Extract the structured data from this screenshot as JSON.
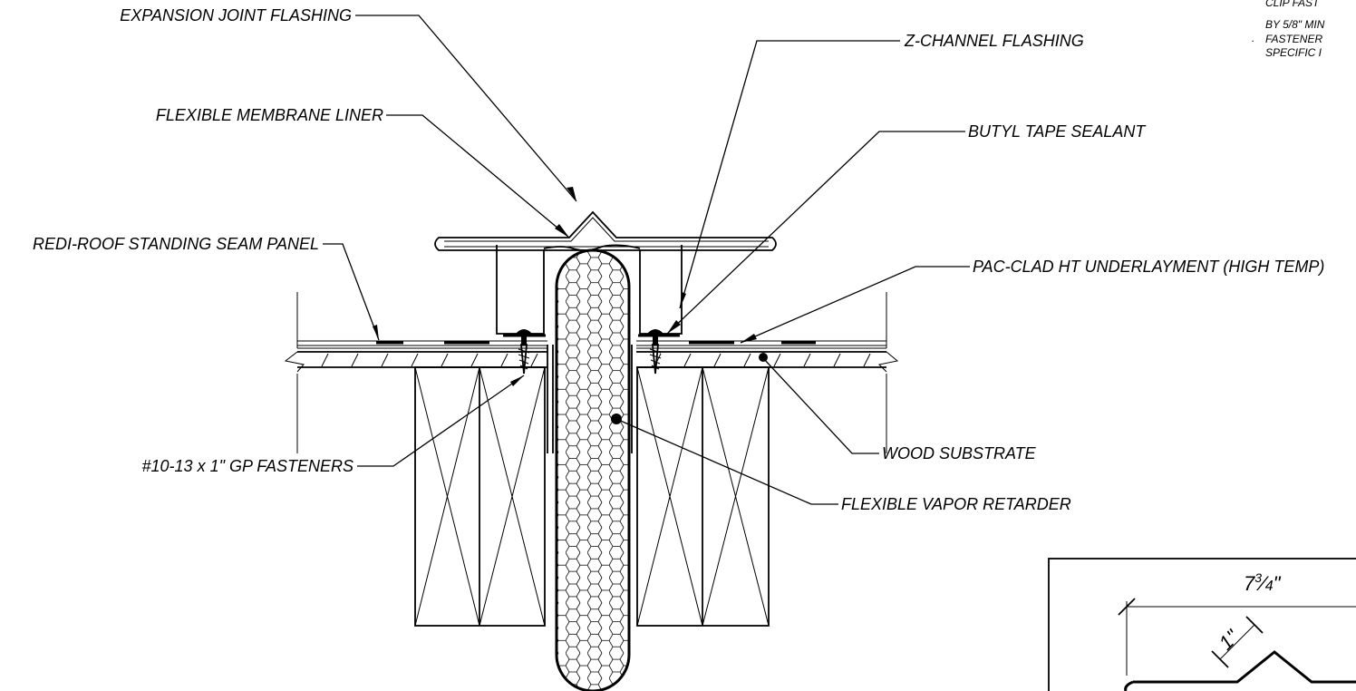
{
  "labels": {
    "expansion_joint_flashing": "EXPANSION JOINT FLASHING",
    "z_channel_flashing": "Z-CHANNEL FLASHING",
    "flexible_membrane_liner": "FLEXIBLE MEMBRANE LINER",
    "butyl_tape_sealant": "BUTYL TAPE SEALANT",
    "standing_seam_panel": "REDI-ROOF STANDING SEAM PANEL",
    "underlayment": "PAC-CLAD HT UNDERLAYMENT (HIGH TEMP)",
    "fasteners": "#10-13 x 1\" GP FASTENERS",
    "wood_substrate": "WOOD SUBSTRATE",
    "vapor_retarder": "FLEXIBLE VAPOR RETARDER"
  },
  "notes": {
    "line1": "CLIP FAST",
    "line2": "BY 5/8\" MIN",
    "line3": "FASTENER",
    "line4": "SPECIFIC I",
    "bullet": "."
  },
  "detail_inset": {
    "width_whole": "7",
    "width_num": "3",
    "width_slash": "⁄",
    "width_den": "4",
    "width_unit": "\"",
    "leg_dim": "1\""
  }
}
